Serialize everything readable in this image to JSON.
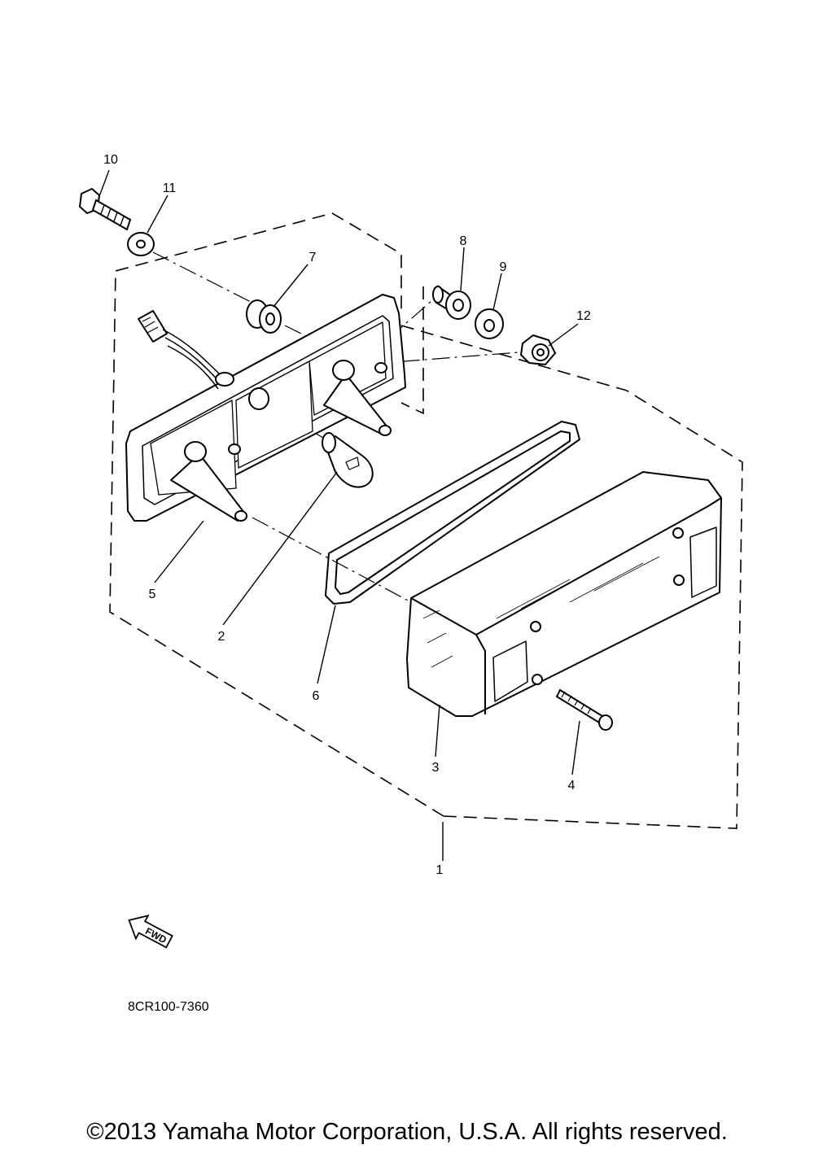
{
  "diagram": {
    "callouts": [
      {
        "id": "1",
        "label": "1"
      },
      {
        "id": "2",
        "label": "2"
      },
      {
        "id": "3",
        "label": "3"
      },
      {
        "id": "4",
        "label": "4"
      },
      {
        "id": "5",
        "label": "5"
      },
      {
        "id": "6",
        "label": "6"
      },
      {
        "id": "7",
        "label": "7"
      },
      {
        "id": "8",
        "label": "8"
      },
      {
        "id": "9",
        "label": "9"
      },
      {
        "id": "10",
        "label": "10"
      },
      {
        "id": "11",
        "label": "11"
      },
      {
        "id": "12",
        "label": "12"
      }
    ],
    "fwd_label": "FWD",
    "drawing_code": "8CR100-7360"
  },
  "footer": {
    "copyright": "©2013 Yamaha Motor Corporation, U.S.A. All rights reserved."
  }
}
